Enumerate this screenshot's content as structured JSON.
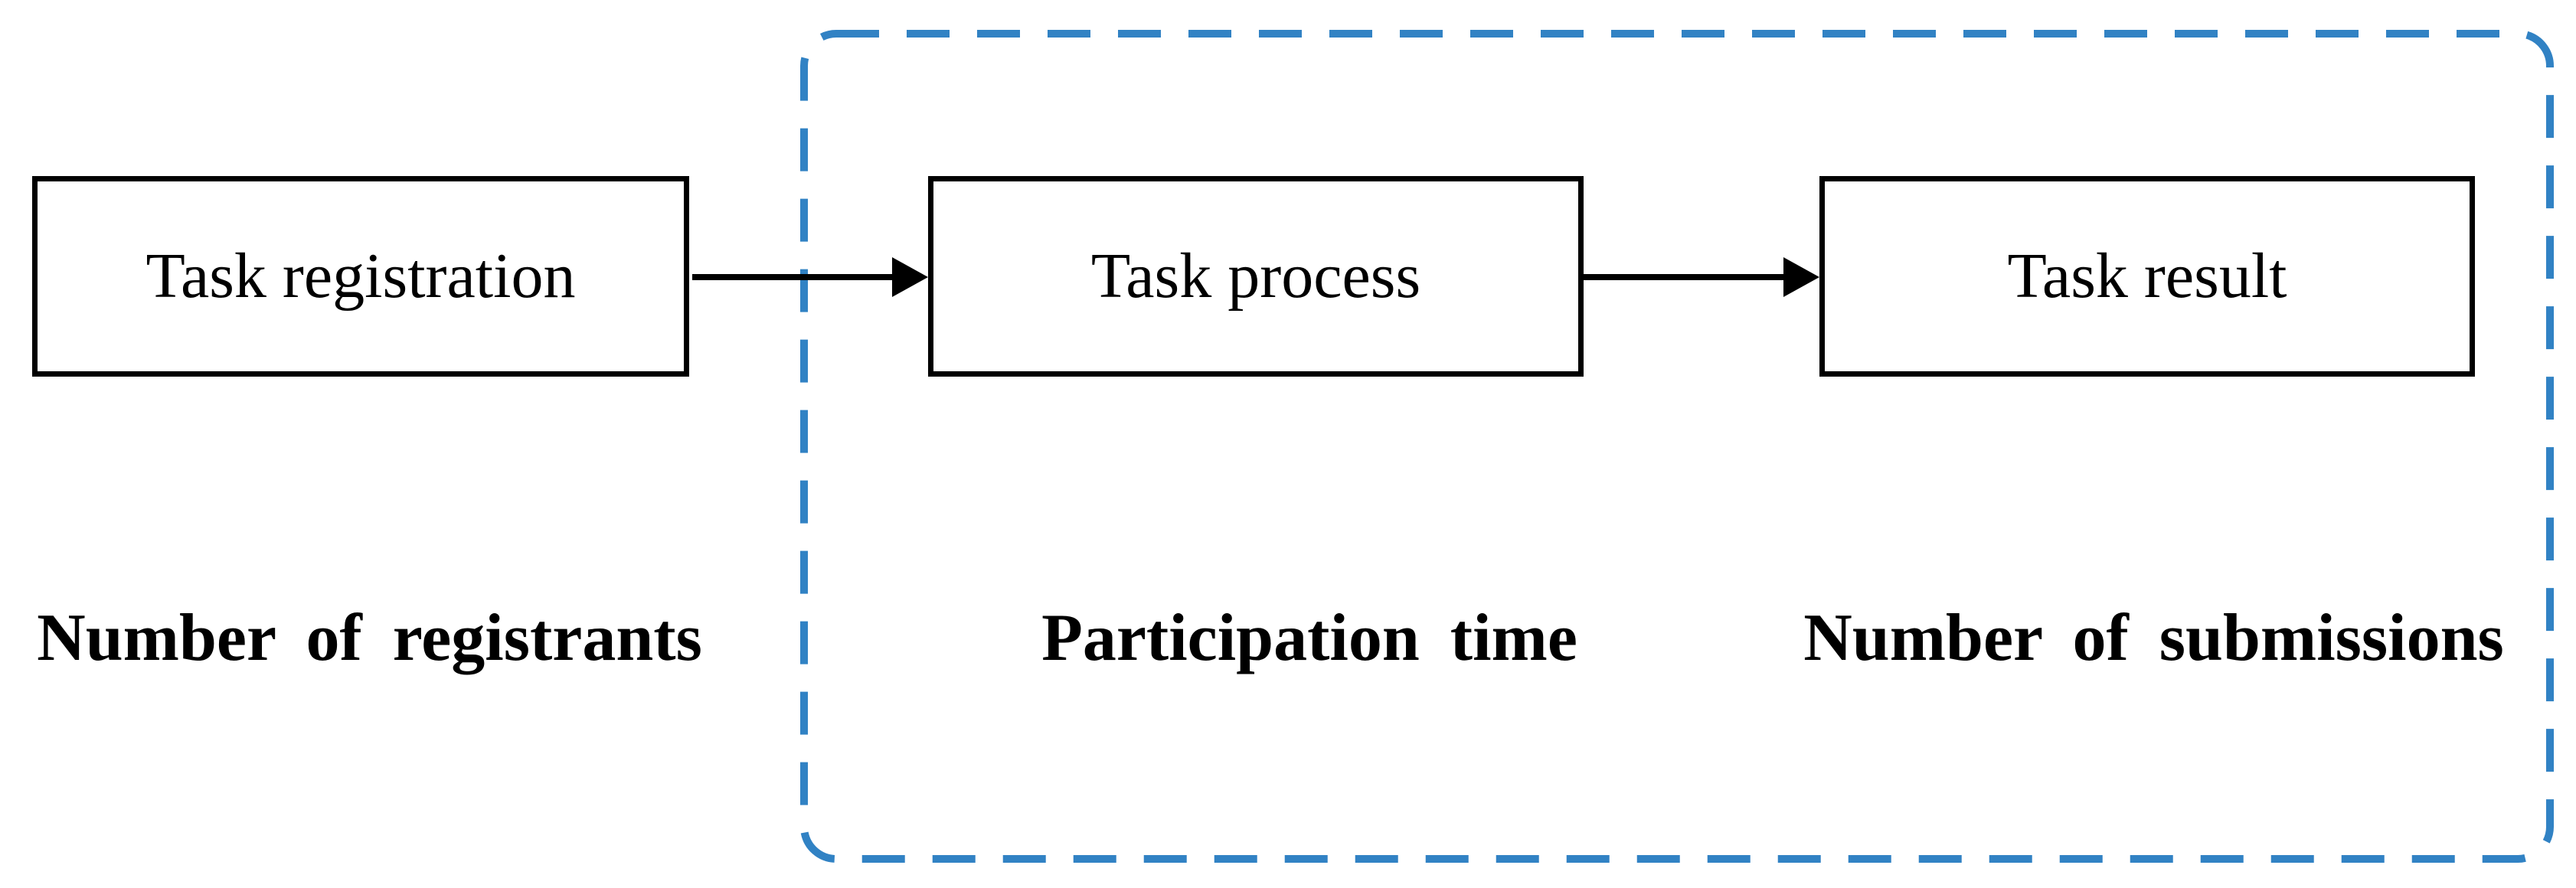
{
  "colors": {
    "background": "#FFFFFF",
    "box_border": "#000000",
    "arrow": "#000000",
    "dashed_boundary": "#3182C4",
    "text": "#000000"
  },
  "flow": {
    "nodes": [
      {
        "label": "Task registration"
      },
      {
        "label": "Task process"
      },
      {
        "label": "Task result"
      }
    ],
    "metrics": [
      {
        "label": "Number of registrants"
      },
      {
        "label": "Participation time"
      },
      {
        "label": "Number of submissions"
      }
    ]
  }
}
